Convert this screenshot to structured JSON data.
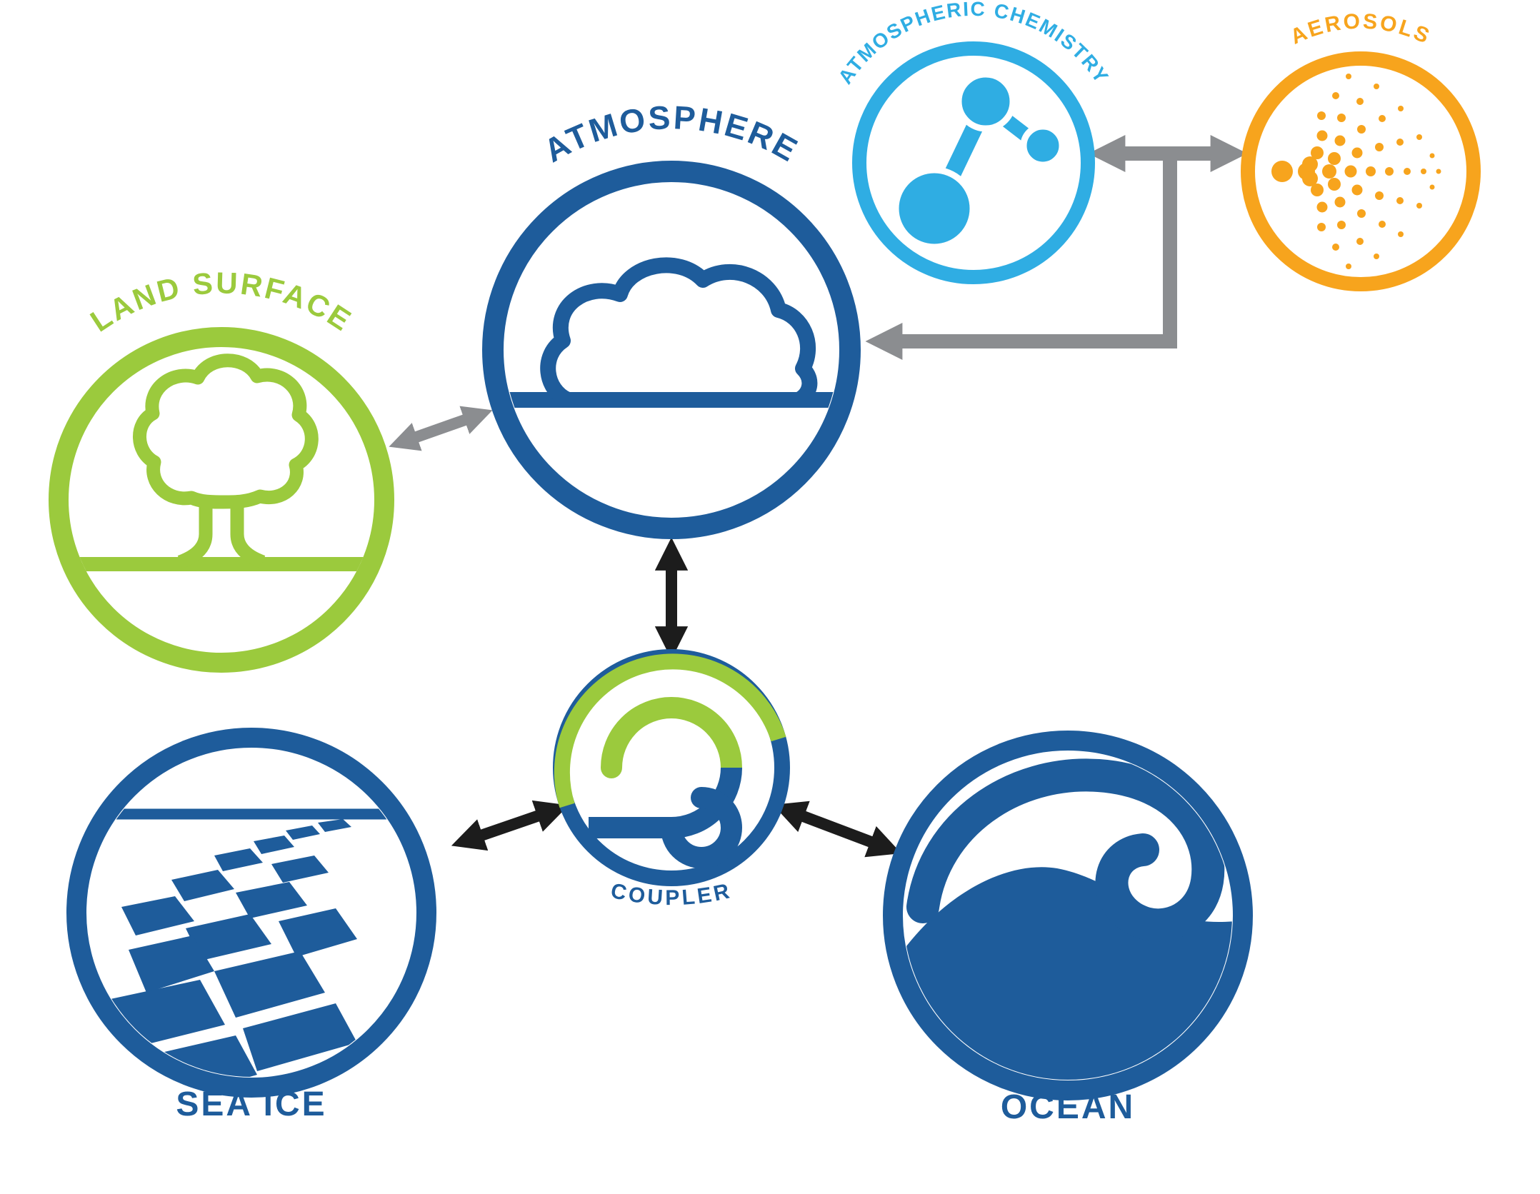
{
  "diagram": {
    "nodes": {
      "atmosphere": {
        "label": "ATMOSPHERE",
        "color": "#1e5c9b"
      },
      "atmospheric_chemistry": {
        "label": "ATMOSPHERIC CHEMISTRY",
        "color": "#2fade3"
      },
      "aerosols": {
        "label": "AEROSOLS",
        "color": "#f7a41d"
      },
      "land_surface": {
        "label": "LAND SURFACE",
        "color": "#9bca3d"
      },
      "sea_ice": {
        "label": "SEA ICE",
        "color": "#1e5c9b"
      },
      "ocean": {
        "label": "OCEAN",
        "color": "#1e5c9b"
      },
      "coupler": {
        "label": "COUPLER",
        "color": "#1e5c9b",
        "ring_accent": "#9bca3d"
      }
    },
    "icons": {
      "atmosphere": "cloud-icon",
      "atmospheric_chemistry": "molecule-icon",
      "aerosols": "particle-spray-icon",
      "land_surface": "tree-icon",
      "sea_ice": "ice-floes-icon",
      "ocean": "wave-icon",
      "coupler": "swirl-icon"
    },
    "connections": [
      {
        "from": "atmospheric_chemistry",
        "to": "aerosols",
        "type": "bidirectional",
        "color": "#8b8d90"
      },
      {
        "from": "atmospheric_chemistry_aerosols_link",
        "to": "atmosphere",
        "type": "one_way",
        "color": "#8b8d90"
      },
      {
        "from": "land_surface",
        "to": "atmosphere",
        "type": "bidirectional",
        "color": "#8b8d90"
      },
      {
        "from": "atmosphere",
        "to": "coupler",
        "type": "bidirectional",
        "color": "#1c1c1c"
      },
      {
        "from": "sea_ice",
        "to": "coupler",
        "type": "bidirectional",
        "color": "#1c1c1c"
      },
      {
        "from": "ocean",
        "to": "coupler",
        "type": "bidirectional",
        "color": "#1c1c1c"
      }
    ],
    "colors": {
      "dark_blue": "#1e5c9b",
      "light_blue": "#2fade3",
      "orange": "#f7a41d",
      "green": "#9bca3d",
      "gray_arrow": "#8b8d90",
      "black_arrow": "#1c1c1c",
      "background": "#ffffff"
    }
  }
}
